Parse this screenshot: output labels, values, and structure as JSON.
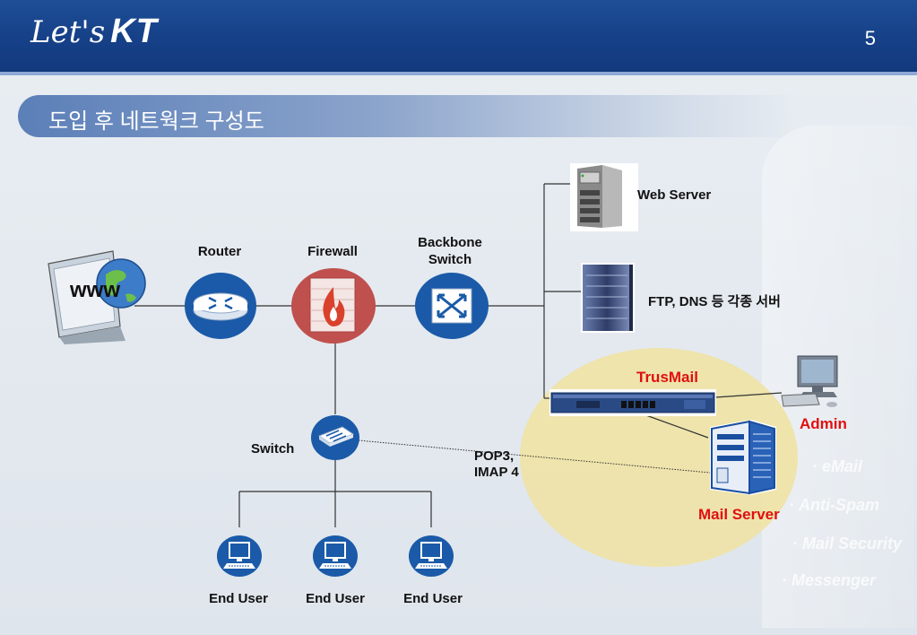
{
  "header": {
    "logo_lets": "Let's",
    "logo_kt": "KT",
    "page_number": "5"
  },
  "title": "도입 후 네트웍크 구성도",
  "labels": {
    "router": "Router",
    "firewall": "Firewall",
    "backbone_line1": "Backbone",
    "backbone_line2": "Switch",
    "switch": "Switch",
    "web_server": "Web Server",
    "ftp_dns": "FTP, DNS 등 각종 서버",
    "trusmail": "TrusMail",
    "admin": "Admin",
    "mail_server": "Mail Server",
    "pop3_line1": "POP3,",
    "pop3_line2": "IMAP 4",
    "end_users": [
      "End User",
      "End User",
      "End User"
    ],
    "www": "www"
  },
  "features": [
    "eMail",
    "Anti-Spam",
    "Mail Security",
    "Messenger"
  ],
  "colors": {
    "accent_blue": "#1a5aa8",
    "header_blue": "#1e4e96",
    "red_text": "#e01010",
    "highlight": "#efe3a6"
  }
}
